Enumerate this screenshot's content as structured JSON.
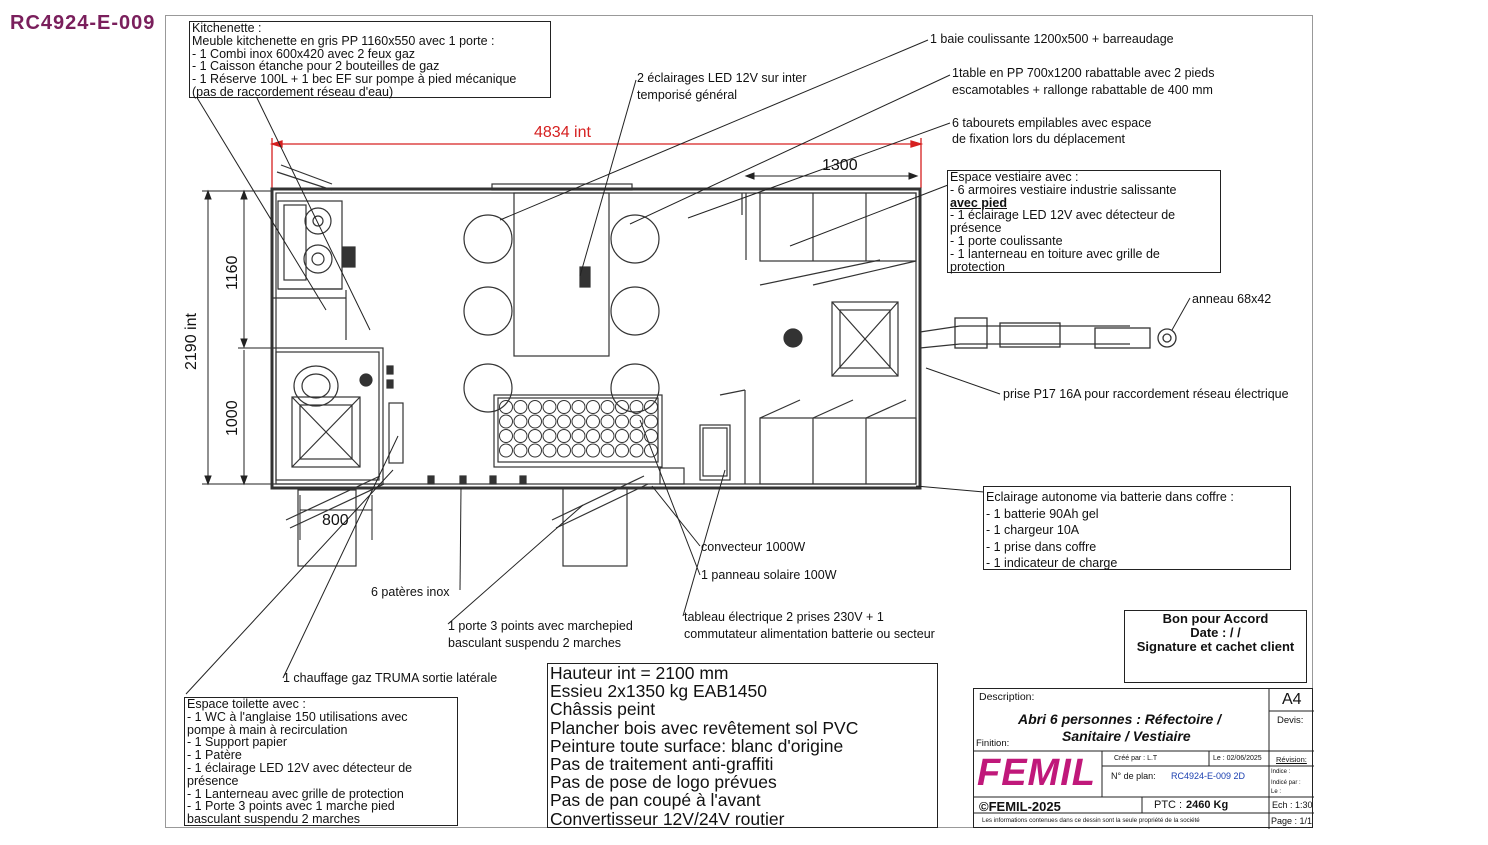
{
  "doc_code": "RC4924-E-009",
  "dimensions": {
    "length_int": "4834 int",
    "width_int": "2190 int",
    "dim_1300": "1300",
    "dim_1160": "1160",
    "dim_1000": "1000",
    "dim_800": "800"
  },
  "kitchenette": {
    "lines": [
      "Kitchenette :",
      "Meuble kitchenette en gris PP 1160x550 avec 1 porte :",
      "- 1 Combi inox 600x420 avec 2 feux gaz",
      "- 1 Caisson étanche pour 2 bouteilles de gaz",
      "- 1 Réserve 100L + 1 bec EF sur pompe à pied mécanique",
      "(pas de raccordement réseau d'eau)"
    ]
  },
  "callouts": {
    "led": [
      "2 éclairages LED 12V sur inter",
      "temporisé général"
    ],
    "baie": [
      "1 baie coulissante 1200x500 + barreaudage"
    ],
    "table": [
      "1table en PP 700x1200 rabattable avec 2 pieds",
      "escamotables + rallonge rabattable de 400 mm"
    ],
    "tabourets": [
      "6 tabourets empilables avec espace",
      "de fixation lors du déplacement"
    ],
    "anneau": [
      "anneau 68x42"
    ],
    "prise": [
      "prise P17 16A pour raccordement réseau électrique"
    ],
    "convecteur": [
      "convecteur 1000W"
    ],
    "panneau": [
      "1 panneau solaire 100W"
    ],
    "tableau": [
      "tableau électrique 2 prises 230V + 1",
      "commutateur alimentation batterie ou secteur"
    ],
    "porte": [
      "1 porte 3 points avec marchepied",
      "basculant suspendu 2 marches"
    ],
    "pateres": [
      "6 patères inox"
    ],
    "chauffage": [
      "1 chauffage gaz TRUMA sortie latérale"
    ]
  },
  "vestiaire": {
    "lines": [
      "Espace vestiaire avec :",
      "- 6 armoires vestiaire industrie salissante",
      "avec pied",
      "- 1 éclairage LED 12V avec détecteur de",
      "présence",
      "- 1 porte coulissante",
      "- 1 lanterneau en toiture avec grille de",
      "protection"
    ]
  },
  "eclairage": {
    "lines": [
      "Eclairage autonome via batterie dans coffre :",
      "- 1 batterie 90Ah gel",
      "- 1 chargeur 10A",
      "- 1 prise dans coffre",
      "- 1 indicateur de charge"
    ]
  },
  "toilette": {
    "lines": [
      "Espace toilette avec :",
      "- 1 WC à l'anglaise 150 utilisations avec",
      "pompe à main à recirculation",
      "- 1 Support papier",
      "- 1 Patère",
      "- 1 éclairage LED 12V avec détecteur de",
      "présence",
      "- 1 Lanterneau avec grille de protection",
      "- 1 Porte 3 points avec 1 marche pied",
      "basculant suspendu 2 marches"
    ]
  },
  "specs": {
    "lines": [
      "Hauteur int = 2100 mm",
      "Essieu 2x1350 kg EAB1450",
      "Châssis peint",
      "Plancher bois avec revêtement sol PVC",
      "Peinture toute surface: blanc d'origine",
      "Pas de traitement anti-graffiti",
      "Pas de pose de logo prévues",
      "Pas de pan coupé à l'avant",
      "Convertisseur 12V/24V routier"
    ]
  },
  "accord": {
    "line1": "Bon pour Accord",
    "line2": "Date : / /",
    "line3": "Signature et cachet client"
  },
  "cartouche": {
    "description_label": "Description:",
    "title_line1": "Abri 6 personnes : Réfectoire /",
    "title_line2": "Sanitaire / Vestiaire",
    "finition_label": "Finition:",
    "format": "A4",
    "devis_label": "Devis:",
    "logo": "FEMIL",
    "cree_par": "Créé par : L.T",
    "date": "Le : 02/06/2025",
    "revision_label": "Révision:",
    "plan_label": "N° de plan:",
    "plan_number": "RC4924-E-009 2D",
    "indice_label": "Indice :",
    "indice_par": "Indicé par :",
    "le_label": "Le :",
    "copyright": "©FEMIL-2025",
    "ptc_label": "PTC :",
    "ptc_value": "2460 Kg",
    "echelle": "Ech : 1:30",
    "footer_note": "Les informations contenues dans ce dessin sont la seule propriété de la société",
    "page": "Page : 1/1"
  },
  "colors": {
    "brand": "#c0187a",
    "doc_code": "#7a1f5c",
    "dimension_red": "#d62020",
    "plan_number_blue": "#1a3fb0"
  }
}
